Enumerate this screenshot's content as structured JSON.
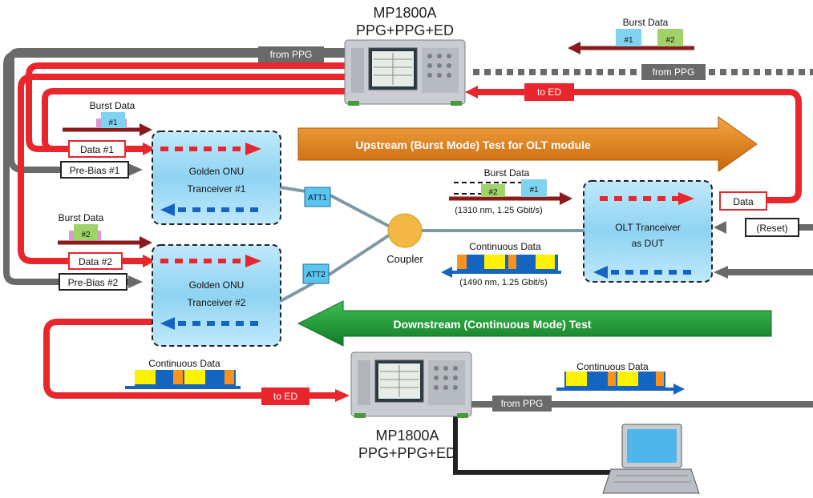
{
  "instrument_top": {
    "model": "MP1800A",
    "config": "PPG+PPG+ED"
  },
  "instrument_bottom": {
    "model": "MP1800A",
    "config": "PPG+PPG+ED"
  },
  "labels": {
    "from_ppg_top_left": "from PPG",
    "from_ppg_top_right": "from PPG",
    "from_ppg_bottom": "from PPG",
    "to_ed_top": "to ED",
    "to_ed_bottom": "to ED",
    "data_1": "Data #1",
    "data_2": "Data #2",
    "pre_bias_1": "Pre-Bias #1",
    "pre_bias_2": "Pre-Bias #2",
    "olt_data": "Data",
    "reset": "(Reset)",
    "att1": "ATT1",
    "att2": "ATT2",
    "coupler": "Coupler"
  },
  "boxes": {
    "onu1": {
      "line1": "Golden ONU",
      "line2": "Tranceiver #1"
    },
    "onu2": {
      "line1": "Golden ONU",
      "line2": "Tranceiver #2"
    },
    "olt": {
      "line1": "OLT Tranceiver",
      "line2": "as DUT"
    }
  },
  "arrows": {
    "upstream": "Upstream (Burst Mode) Test for OLT module",
    "downstream": "Downstream (Continuous Mode) Test"
  },
  "burst": {
    "title": "Burst Data",
    "tag1": "#1",
    "tag2": "#2",
    "spec": "(1310 nm, 1.25 Gbit/s)"
  },
  "continuous": {
    "title": "Continuous Data",
    "spec": "(1490 nm, 1.25 Gbit/s)"
  },
  "colors": {
    "red_line": "#e8262c",
    "grey_line": "#6a6a6a",
    "dark_red": "#8b1a1a",
    "box_blue": "#9fd9f5",
    "upstream": "#e8891a",
    "downstream": "#22a23a",
    "burst_cyan": "#7fd3f0",
    "burst_green": "#9fd36a",
    "burst_pink": "#d99ad2",
    "cont_yellow": "#fff200",
    "cont_blue": "#1565c0",
    "cont_orange": "#f7931e",
    "coupler": "#f2b843"
  }
}
